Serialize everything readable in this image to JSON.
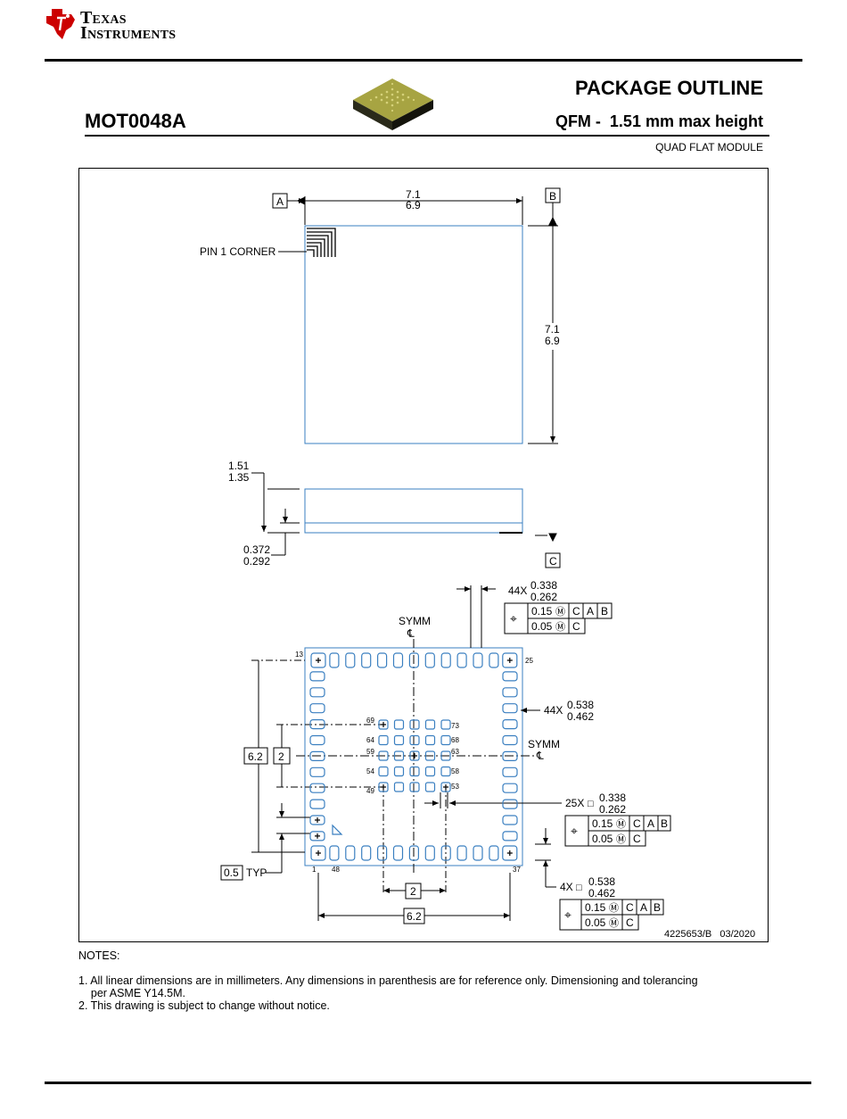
{
  "header": {
    "logo": {
      "line1": "Texas",
      "line2": "Instruments",
      "icon": "ti-state-logo-icon",
      "color": "#cc0000"
    },
    "title": "PACKAGE OUTLINE",
    "part_number": "MOT0048A",
    "package_type": "QFM -  1.51 mm max height",
    "package_subtype": "QUAD FLAT MODULE"
  },
  "drawing": {
    "datum_a": "A",
    "datum_b": "B",
    "datum_c": "C",
    "width_max": "7.1",
    "width_min": "6.9",
    "length_max": "7.1",
    "length_min": "6.9",
    "pin1_label": "PIN 1 CORNER",
    "height_max": "1.51",
    "height_min": "1.35",
    "standoff_max": "0.372",
    "standoff_min": "0.292",
    "pad_width_count": "44X",
    "pad_width_max": "0.338",
    "pad_width_min": "0.262",
    "pad_len_count": "44X",
    "pad_len_max": "0.538",
    "pad_len_min": "0.462",
    "symm": "SYMM",
    "centerline": "℄",
    "tol_pos": "0.15",
    "tol_pos2": "0.05",
    "pin_13": "13",
    "pin_25": "25",
    "pin_1": "1",
    "pin_48": "48",
    "pin_37": "37",
    "pin_69": "69",
    "pin_73": "73",
    "pin_64": "64",
    "pin_68": "68",
    "pin_59": "59",
    "pin_63": "63",
    "pin_54": "54",
    "pin_58": "58",
    "pin_49": "49",
    "pin_53": "53",
    "span_6_2": "6.2",
    "span_2": "2",
    "pitch": "0.5",
    "typ": "TYP",
    "center_pad_count": "25X",
    "center_pad_max": "0.338",
    "center_pad_min": "0.262",
    "corner_pad_count": "4X",
    "corner_pad_max": "0.538",
    "corner_pad_min": "0.462",
    "bottom_span_2": "2",
    "bottom_span_6_2": "6.2",
    "doc_ref": "4225653/B   03/2020"
  },
  "notes": {
    "heading": "NOTES:",
    "items": [
      "1. All linear dimensions are in millimeters. Any dimensions in parenthesis are for reference only. Dimensioning and tolerancing",
      "    per ASME Y14.5M.",
      "2. This drawing is subject to change without notice."
    ]
  }
}
